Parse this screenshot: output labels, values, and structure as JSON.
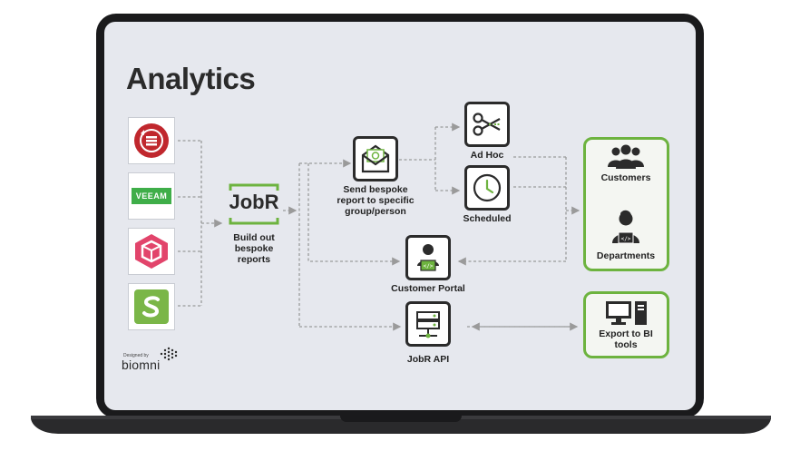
{
  "title": "Analytics",
  "nodes": {
    "jobr_logo": "JobR",
    "build_out": [
      "Build out",
      "bespoke",
      "reports"
    ],
    "send_report": [
      "Send bespoke",
      "report to specific",
      "group/person"
    ],
    "ad_hoc": "Ad Hoc",
    "scheduled": "Scheduled",
    "customer_portal": "Customer Portal",
    "jobr_api": "JobR API",
    "customers": "Customers",
    "departments": "Departments",
    "export_bi": [
      "Export to BI",
      "tools"
    ]
  },
  "sources": {
    "veeam": "VEEAM"
  },
  "branding": {
    "designed_by": "Designed by",
    "company": "biomni"
  },
  "colors": {
    "accent_green": "#6db33f",
    "icon_stroke": "#2b2b2b",
    "arrow": "#9a9a9a"
  }
}
